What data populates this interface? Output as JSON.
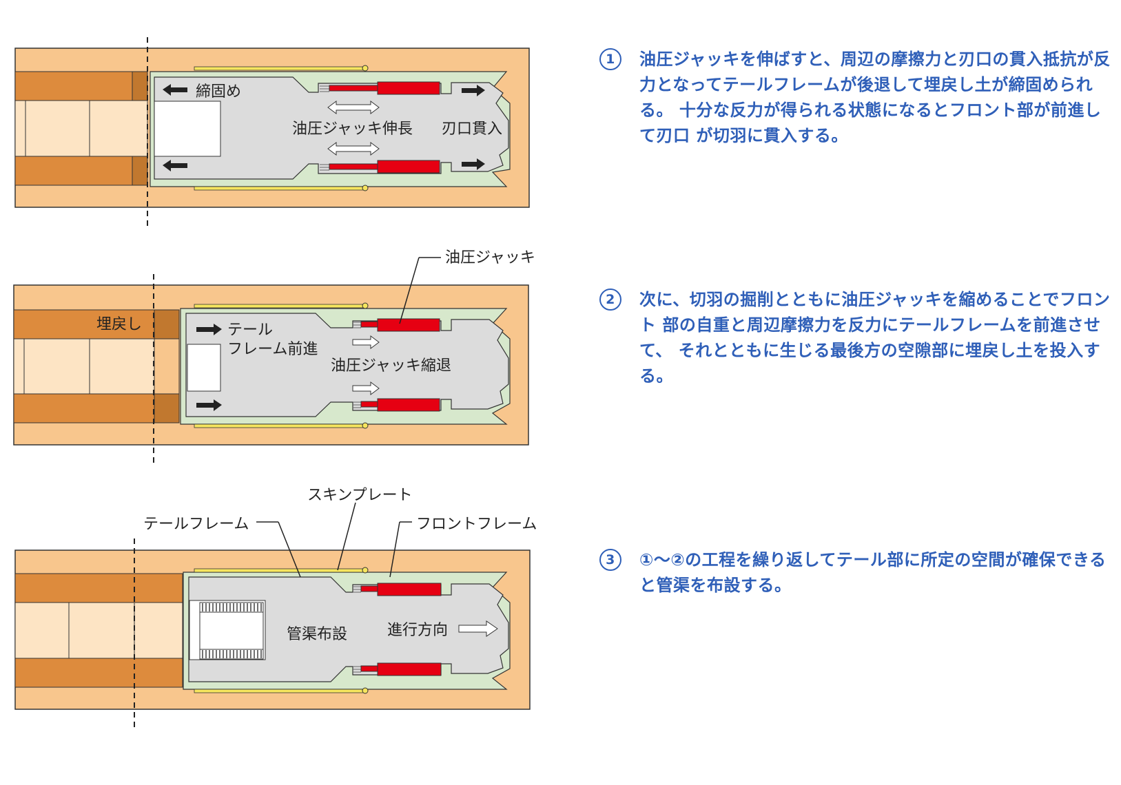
{
  "colors": {
    "soil": "#f8c68d",
    "pipe_brown": "#dd8b3d",
    "pipe_inner": "#fde4c4",
    "backfill": "#c1782f",
    "front_frame": "#d7e8cc",
    "tail_frame": "#dcdcdc",
    "jack_red": "#e60012",
    "skin_plate": "#f6e55e",
    "text_blue": "#2f5fb8"
  },
  "diagram1": {
    "label_tighten": "締固め",
    "label_jack_extend": "油圧ジャッキ伸長",
    "label_blade_penetrate": "刃口貫入"
  },
  "diagram2": {
    "label_backfill": "埋戻し",
    "label_tail_advance_line1": "テール",
    "label_tail_advance_line2": "フレーム前進",
    "label_jack_retract": "油圧ジャッキ縮退",
    "callout_jack": "油圧ジャッキ"
  },
  "diagram3": {
    "callout_skin_plate": "スキンプレート",
    "callout_tail_frame": "テールフレーム",
    "callout_front_frame": "フロントフレーム",
    "label_pipe_laying": "管渠布設",
    "label_direction": "進行方向"
  },
  "steps": [
    {
      "number": "1",
      "text": "油圧ジャッキを伸ばすと、周辺の摩擦力と刃口の貫入抵抗が反 力となってテールフレームが後退して埋戻し土が締固められる。 十分な反力が得られる状態になるとフロント部が前進して刃口 が切羽に貫入する。"
    },
    {
      "number": "2",
      "text": "次に、切羽の掘削とともに油圧ジャッキを縮めることでフロント 部の自重と周辺摩擦力を反力にテールフレームを前進させて、 それとともに生じる最後方の空隙部に埋戻し土を投入する。"
    },
    {
      "number": "3",
      "text": "①～②の工程を繰り返してテール部に所定の空間が確保できると管渠を布設する。"
    }
  ]
}
